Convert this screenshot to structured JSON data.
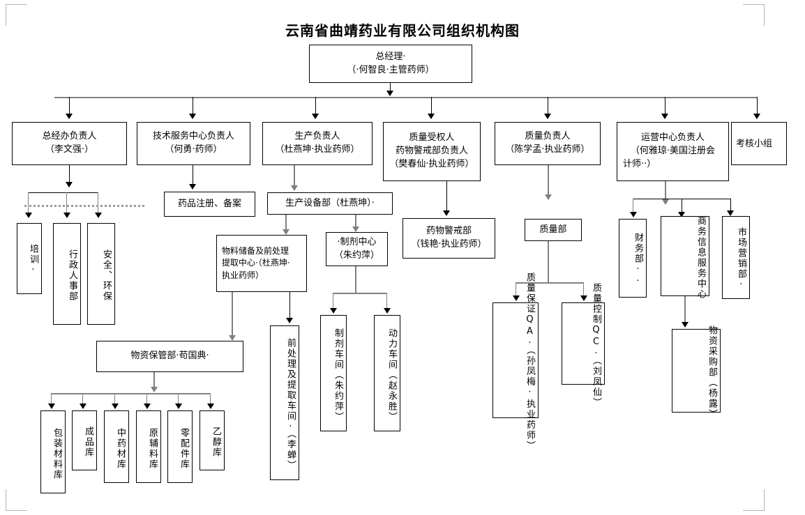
{
  "title": "云南省曲靖药业有限公司组织机构图",
  "nodes": {
    "gm": {
      "line1": "总经理·",
      "line2": "（·何智良·主管药师）"
    },
    "level2": [
      {
        "id": "office",
        "line1": "总经办负责人",
        "line2": "（李文强·）"
      },
      {
        "id": "tech",
        "line1": "技术服务中心负责人",
        "line2": "（何勇·药师）"
      },
      {
        "id": "production",
        "line1": "生产负责人",
        "line2": "（杜燕坤·执业药师）"
      },
      {
        "id": "qp",
        "line1": "质量受权人",
        "line2": "药物警戒部负责人",
        "line3": "（樊春仙·执业药师）"
      },
      {
        "id": "quality",
        "line1": "质量负责人",
        "line2": "（陈学孟·执业药师）"
      },
      {
        "id": "operation",
        "line1": "运营中心负责人",
        "line2": "（何雅琼·美国注册会",
        "line3": "计师··）"
      },
      {
        "id": "audit",
        "line1": "考核小组"
      }
    ],
    "office_children": [
      {
        "id": "training",
        "label": "培训·"
      },
      {
        "id": "hr",
        "label": "行政人事部"
      },
      {
        "id": "safety",
        "label": "安全、环保"
      }
    ],
    "tech_children": [
      {
        "id": "registration",
        "label": "药品注册、备案"
      }
    ],
    "production_children": [
      {
        "id": "equipment",
        "label": "生产设备部（杜燕坤）·"
      }
    ],
    "equipment_children": [
      {
        "id": "material_center",
        "line1": "物料储备及前处理",
        "line2": "提取中心·（杜燕坤·",
        "line3": "执业药师）"
      },
      {
        "id": "prep_center",
        "line1": "·制剂中心",
        "line2": "（朱约萍）"
      }
    ],
    "material_center_children": [
      {
        "id": "storage_dept",
        "label": "物资保管部·苟国典·"
      },
      {
        "id": "pretreat_workshop",
        "label": "前处理及提取车间·（李蝉）"
      }
    ],
    "storage_children": [
      {
        "id": "packaging_warehouse",
        "label": "包装材料库"
      },
      {
        "id": "finished_warehouse",
        "label": "成品库"
      },
      {
        "id": "herb_warehouse",
        "label": "中药材库"
      },
      {
        "id": "raw_warehouse",
        "label": "原辅料库"
      },
      {
        "id": "parts_warehouse",
        "label": "零配件库"
      },
      {
        "id": "ethanol_warehouse",
        "label": "乙醇库"
      }
    ],
    "prep_children": [
      {
        "id": "prep_workshop",
        "label": "制剂车间（朱约萍）"
      },
      {
        "id": "power_workshop",
        "label": "动力车间（赵永胜）"
      }
    ],
    "qp_children": [
      {
        "id": "pv_dept",
        "line1": "药物警戒部",
        "line2": "（钱艳·执业药师）"
      }
    ],
    "quality_children": [
      {
        "id": "quality_dept",
        "label": "质量部"
      }
    ],
    "quality_dept_children": [
      {
        "id": "qa",
        "label": "质量保证QA·（孙凤梅·执业药师）"
      },
      {
        "id": "qc",
        "label": "质量控制QC·（刘凤仙）"
      }
    ],
    "operation_children": [
      {
        "id": "finance",
        "label": "财务部··"
      },
      {
        "id": "business",
        "col1": "商务信息服务",
        "col2": "中心"
      },
      {
        "id": "marketing",
        "label": "市场营销部·"
      }
    ],
    "business_children": [
      {
        "id": "procurement",
        "col1": "物资采购部",
        "col2": "（杨露）"
      }
    ]
  },
  "colors": {
    "line": "#000000",
    "grey_line": "#808080",
    "dotted": "#9a9a9a",
    "text": "#000000",
    "background": "#ffffff"
  }
}
